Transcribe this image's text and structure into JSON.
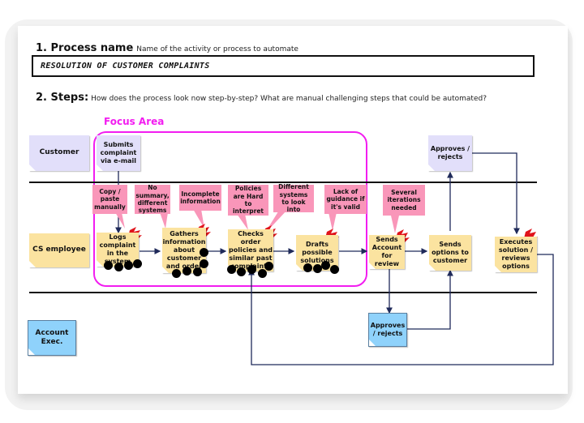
{
  "section1": {
    "number_title": "1. Process name",
    "subtitle": "Name of the activity or process to automate",
    "process_name": "Resolution of customer complaints"
  },
  "section2": {
    "number_title": "2. Steps:",
    "subtitle": "How does the process look now step-by-step? What are manual challenging steps that could be automated?"
  },
  "focus_area": {
    "label": "Focus Area",
    "color": "#f21df0"
  },
  "lanes": [
    {
      "role": "Customer",
      "color": "#e2dffa"
    },
    {
      "role": "CS employee",
      "color": "#fbe3a0"
    },
    {
      "role": "Account Exec.",
      "color": "#8fd2fb"
    }
  ],
  "steps": {
    "submits": "Submits complaint via e-mail",
    "logs": "Logs complaint in the system",
    "gathers": "Gathers information about customer and order",
    "checks": "Checks order policies and similar past complaints",
    "drafts": "Drafts possible solutions",
    "sends_review": "Sends Account for review",
    "sends_options": "Sends options to customer",
    "executes": "Executes solution / reviews options",
    "customer_approves": "Approves / rejects",
    "ae_approves": "Approves / rejects"
  },
  "pain_points": [
    "Copy / paste manually",
    "No summary, different systems",
    "Incomplete information",
    "Policies are Hard to interpret",
    "Different systems to look into",
    "Lack of guidance if it's valid",
    "Several iterations needed"
  ],
  "colors": {
    "pain_point": "#f996b9",
    "connector": "#1f2a5a",
    "lightning": "#e0141b"
  }
}
